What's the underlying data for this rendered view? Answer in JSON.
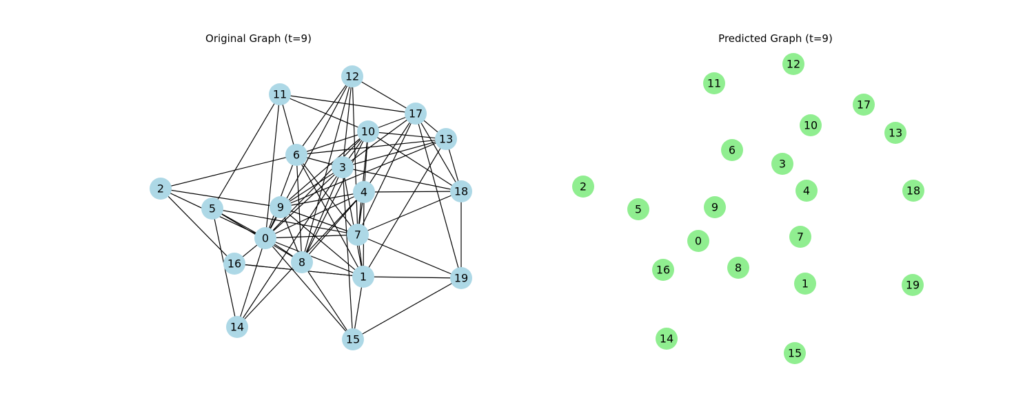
{
  "original": {
    "title": "Original Graph (t=9)",
    "node_color": "#add8e6",
    "nodes": [
      "0",
      "1",
      "2",
      "3",
      "4",
      "5",
      "6",
      "7",
      "8",
      "9",
      "10",
      "11",
      "12",
      "13",
      "14",
      "15",
      "16",
      "17",
      "18",
      "19"
    ],
    "edges": [
      [
        "0",
        "2"
      ],
      [
        "0",
        "3"
      ],
      [
        "0",
        "4"
      ],
      [
        "0",
        "5"
      ],
      [
        "0",
        "6"
      ],
      [
        "0",
        "7"
      ],
      [
        "0",
        "8"
      ],
      [
        "0",
        "9"
      ],
      [
        "0",
        "10"
      ],
      [
        "0",
        "11"
      ],
      [
        "0",
        "12"
      ],
      [
        "0",
        "14"
      ],
      [
        "0",
        "15"
      ],
      [
        "0",
        "16"
      ],
      [
        "0",
        "1"
      ],
      [
        "1",
        "3"
      ],
      [
        "1",
        "4"
      ],
      [
        "1",
        "6"
      ],
      [
        "1",
        "7"
      ],
      [
        "1",
        "9"
      ],
      [
        "1",
        "13"
      ],
      [
        "1",
        "15"
      ],
      [
        "1",
        "16"
      ],
      [
        "1",
        "19"
      ],
      [
        "2",
        "6"
      ],
      [
        "2",
        "9"
      ],
      [
        "2",
        "16"
      ],
      [
        "3",
        "6"
      ],
      [
        "3",
        "8"
      ],
      [
        "3",
        "9"
      ],
      [
        "3",
        "12"
      ],
      [
        "3",
        "13"
      ],
      [
        "3",
        "14"
      ],
      [
        "3",
        "15"
      ],
      [
        "3",
        "17"
      ],
      [
        "3",
        "18"
      ],
      [
        "3",
        "10"
      ],
      [
        "4",
        "8"
      ],
      [
        "4",
        "9"
      ],
      [
        "4",
        "10"
      ],
      [
        "4",
        "14"
      ],
      [
        "4",
        "17"
      ],
      [
        "4",
        "18"
      ],
      [
        "4",
        "7"
      ],
      [
        "5",
        "7"
      ],
      [
        "5",
        "11"
      ],
      [
        "5",
        "14"
      ],
      [
        "5",
        "8"
      ],
      [
        "6",
        "7"
      ],
      [
        "6",
        "8"
      ],
      [
        "6",
        "10"
      ],
      [
        "6",
        "11"
      ],
      [
        "6",
        "12"
      ],
      [
        "6",
        "13"
      ],
      [
        "7",
        "9"
      ],
      [
        "7",
        "10"
      ],
      [
        "7",
        "12"
      ],
      [
        "7",
        "17"
      ],
      [
        "7",
        "18"
      ],
      [
        "7",
        "19"
      ],
      [
        "8",
        "9"
      ],
      [
        "8",
        "10"
      ],
      [
        "8",
        "12"
      ],
      [
        "8",
        "15"
      ],
      [
        "9",
        "10"
      ],
      [
        "9",
        "13"
      ],
      [
        "10",
        "11"
      ],
      [
        "10",
        "13"
      ],
      [
        "10",
        "17"
      ],
      [
        "10",
        "18"
      ],
      [
        "11",
        "17"
      ],
      [
        "12",
        "17"
      ],
      [
        "13",
        "17"
      ],
      [
        "13",
        "18"
      ],
      [
        "15",
        "19"
      ],
      [
        "16",
        "1"
      ],
      [
        "17",
        "18"
      ],
      [
        "17",
        "19"
      ],
      [
        "18",
        "19"
      ]
    ]
  },
  "predicted": {
    "title": "Predicted Graph (t=9)",
    "node_color": "#90ee90",
    "nodes": [
      "0",
      "1",
      "2",
      "3",
      "4",
      "5",
      "6",
      "7",
      "8",
      "9",
      "10",
      "11",
      "12",
      "13",
      "14",
      "15",
      "16",
      "17",
      "18",
      "19"
    ],
    "edges": []
  }
}
